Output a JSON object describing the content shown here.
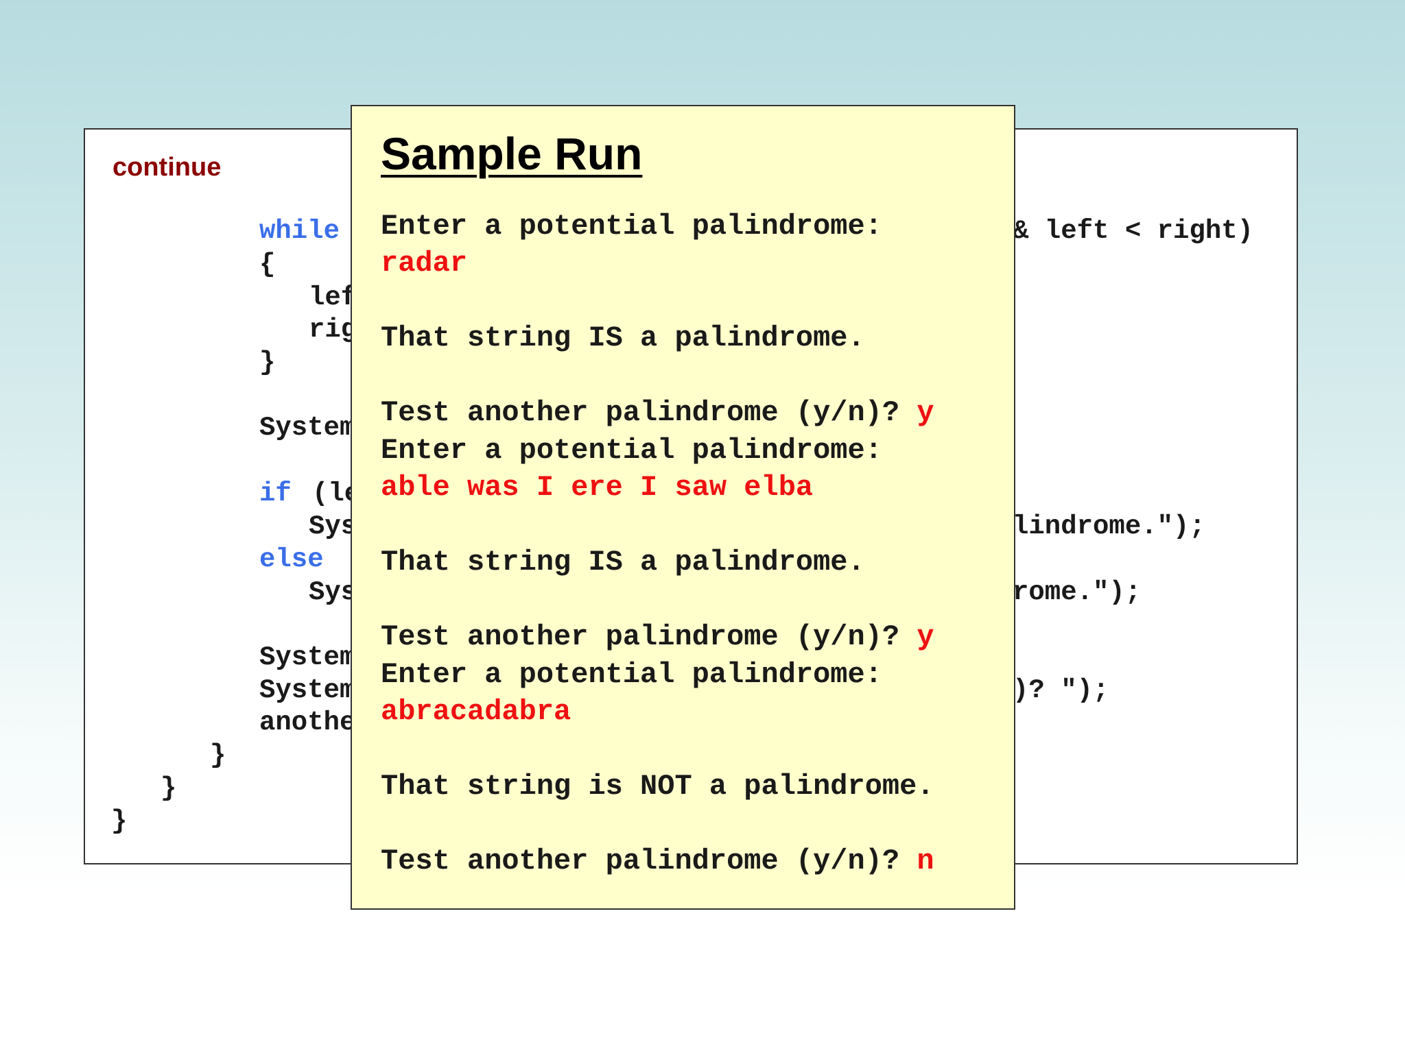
{
  "slide": {
    "continue_label": "continue"
  },
  "code": {
    "line_while_kw": "while",
    "line_while_rest": "& left < right)",
    "line_open_brace": "{",
    "line_left": "lef",
    "line_right": "rig",
    "line_close_brace": "}",
    "line_system1": "System",
    "line_if_kw": "if",
    "line_if_rest": "(le",
    "line_sys1": "Sys",
    "line_sys1_tail": "lindrome.\");",
    "line_else_kw": "else",
    "line_sys2": "Sys",
    "line_sys2_tail": "rome.\");",
    "line_system2": "System",
    "line_system3": "System",
    "line_system3_tail": ")? \");",
    "line_another": "anothe",
    "line_close2": "}",
    "line_close3": "}",
    "line_close4": "}"
  },
  "sample_run": {
    "title": "Sample Run",
    "prompt1": "Enter a potential palindrome:",
    "input1": "radar",
    "result1": "That string IS a palindrome.",
    "again1_prompt": "Test another palindrome (y/n)? ",
    "again1_answer": "y",
    "prompt2": "Enter a potential palindrome:",
    "input2": "able was I ere I saw elba",
    "result2": "That string IS a palindrome.",
    "again2_prompt": "Test another palindrome (y/n)? ",
    "again2_answer": "y",
    "prompt3": "Enter a potential palindrome:",
    "input3": "abracadabra",
    "result3": "That string is NOT a palindrome.",
    "again3_prompt": "Test another palindrome (y/n)? ",
    "again3_answer": "n"
  },
  "colors": {
    "keyword": "#3a6ee8",
    "user_input": "#ee1111",
    "continue_label": "#8b0000",
    "popup_background": "#ffffcc"
  }
}
